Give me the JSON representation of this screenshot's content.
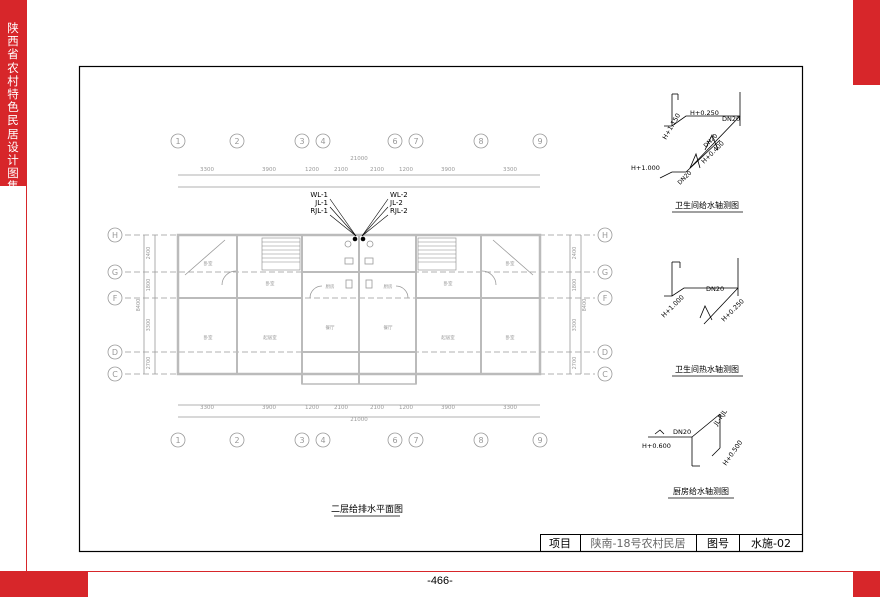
{
  "side_title": "陕西省农村特色民居设计图集",
  "page_number": "-466-",
  "drawing": {
    "plan_title": "二层给排水平面图",
    "overall_dim": "21000",
    "top_dims": [
      "3300",
      "3900",
      "1200",
      "2100",
      "2100",
      "1200",
      "3900",
      "3300"
    ],
    "bottom_dims": [
      "3300",
      "3900",
      "1200",
      "2100",
      "2100",
      "1200",
      "3900",
      "3300"
    ],
    "axis_numbers": [
      "1",
      "2",
      "3",
      "4",
      "6",
      "7",
      "8",
      "9"
    ],
    "axis_letters": [
      "H",
      "G",
      "F",
      "D",
      "C"
    ],
    "left_dims": [
      "2400",
      "1800",
      "3300",
      "2700"
    ],
    "left_total": "8400",
    "right_dims": [
      "2400",
      "1800",
      "3300",
      "2700"
    ],
    "right_total": "8400",
    "pipe_labels_left": [
      "WL-1",
      "JL-1",
      "RJL-1"
    ],
    "pipe_labels_right": [
      "WL-2",
      "JL-2",
      "RJL-2"
    ],
    "room_labels": [
      "卧室",
      "卧室",
      "卧室",
      "起居室",
      "餐厅",
      "餐厅",
      "起居室",
      "卧室",
      "卧室",
      "卧室",
      "厨房",
      "厨房"
    ]
  },
  "diagrams": [
    {
      "title": "卫生间给水轴测图",
      "labels": [
        "H+0.250",
        "DN20",
        "H+1.150",
        "H+1.000",
        "H+0.400",
        "DN20",
        "DN20"
      ]
    },
    {
      "title": "卫生间热水轴测图",
      "labels": [
        "DN20",
        "H+1.000",
        "H+0.250"
      ]
    },
    {
      "title": "厨房给水轴测图",
      "labels": [
        "DN20",
        "H+0.600",
        "JL-RJL",
        "H+0.500"
      ]
    }
  ],
  "title_block": {
    "project_label": "项目",
    "project_value": "陕南-18号农村民居",
    "drawing_no_label": "图号",
    "drawing_no_value": "水施-02"
  }
}
